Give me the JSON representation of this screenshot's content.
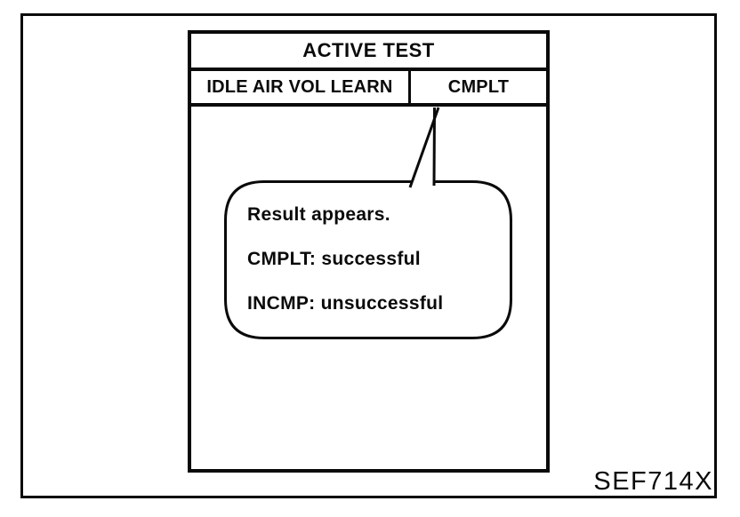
{
  "screen": {
    "title": "ACTIVE TEST",
    "test_name": "IDLE AIR VOL LEARN",
    "result_value": "CMPLT"
  },
  "callout": {
    "lines": [
      "Result appears.",
      "CMPLT: successful",
      "INCMP: unsuccessful"
    ]
  },
  "figure_id": "SEF714X",
  "colors": {
    "ink": "#0a0a0a",
    "background": "#ffffff"
  }
}
